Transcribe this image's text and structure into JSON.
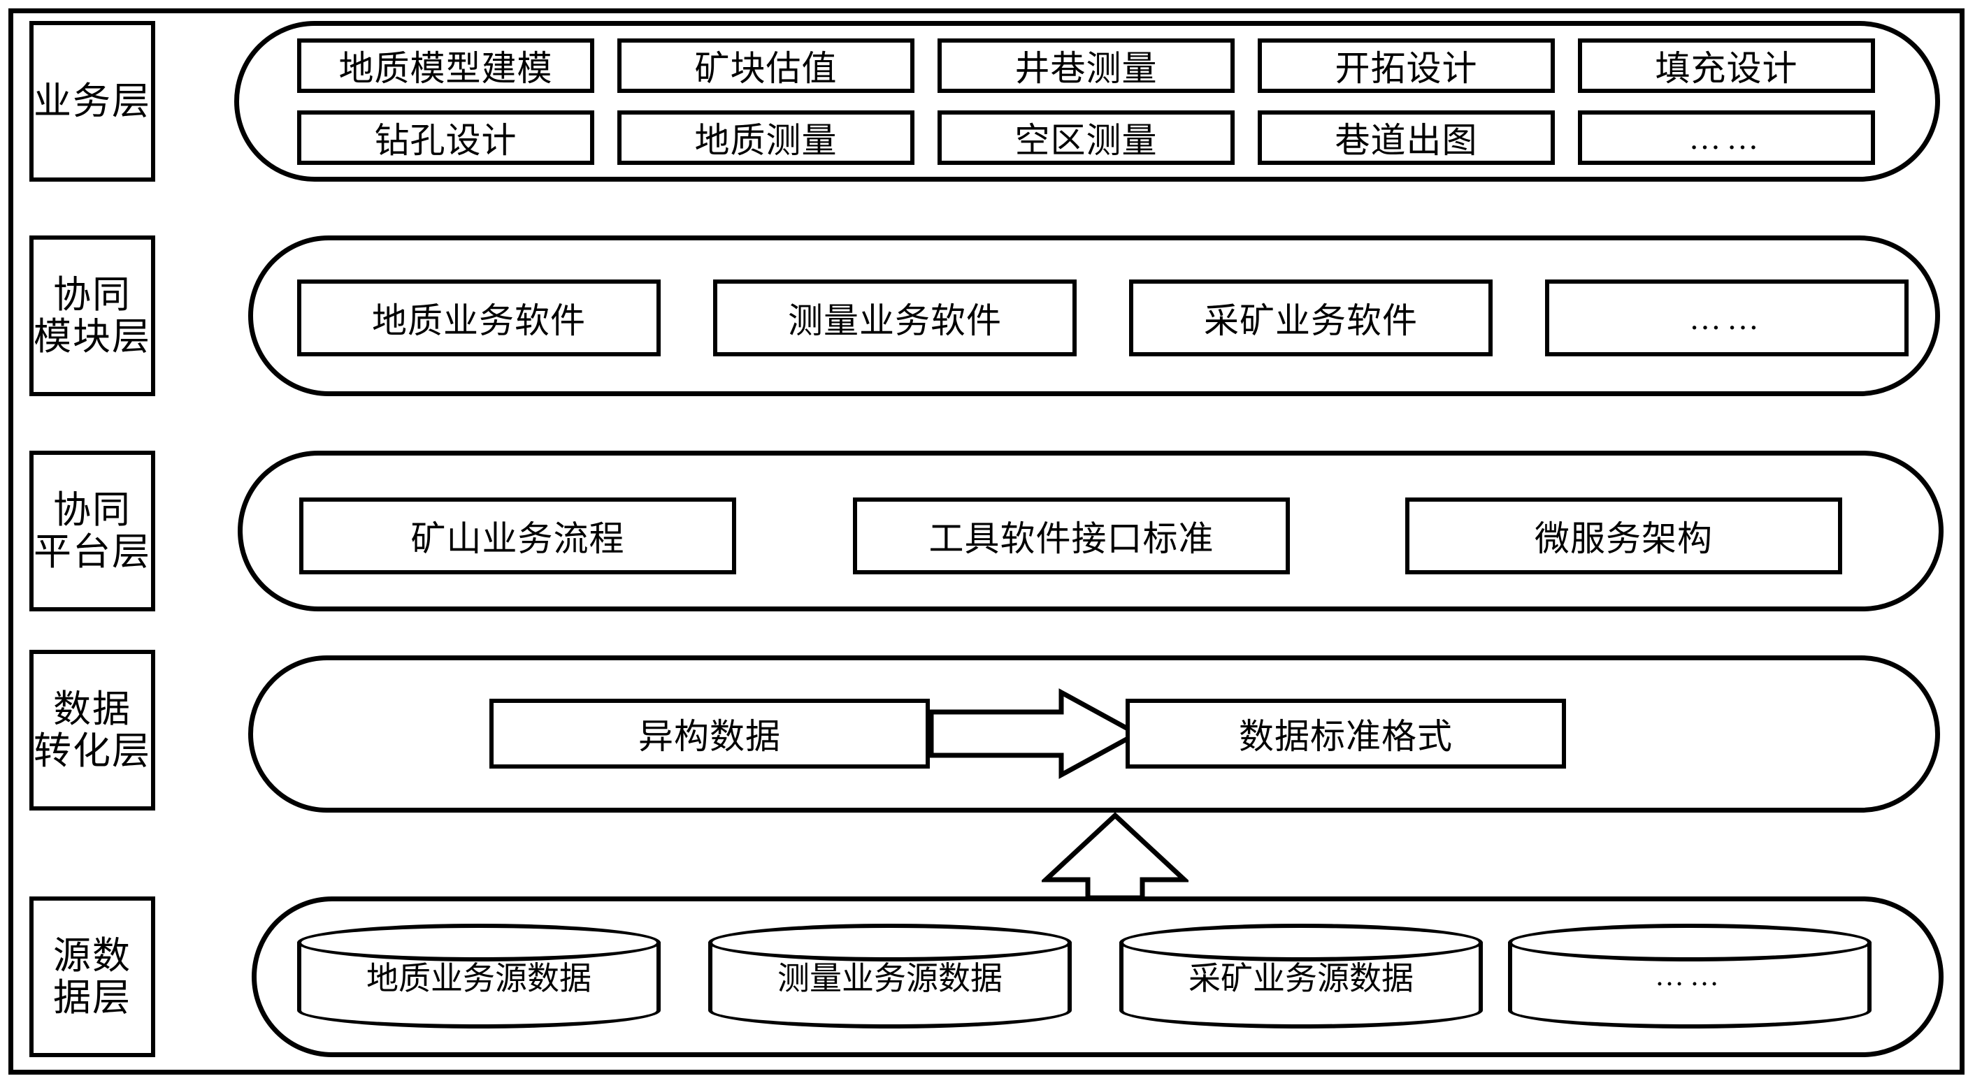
{
  "diagram": {
    "title_visible": false,
    "layers": [
      {
        "id": "business",
        "label": "业务层",
        "rows": [
          [
            "地质模型建模",
            "矿块估值",
            "井巷测量",
            "开拓设计",
            "填充设计"
          ],
          [
            "钻孔设计",
            "地质测量",
            "空区测量",
            "巷道出图",
            "……"
          ]
        ]
      },
      {
        "id": "collab-module",
        "label": "协同\n模块层",
        "rows": [
          [
            "地质业务软件",
            "测量业务软件",
            "采矿业务软件",
            "……"
          ]
        ]
      },
      {
        "id": "collab-platform",
        "label": "协同\n平台层",
        "rows": [
          [
            "矿山业务流程",
            "工具软件接口标准",
            "微服务架构"
          ]
        ]
      },
      {
        "id": "data-transform",
        "label": "数据\n转化层",
        "rows": [
          [
            "异构数据",
            "数据标准格式"
          ]
        ],
        "arrow": "right-block-arrow"
      },
      {
        "id": "source-data",
        "label": "源数\n据层",
        "cylinders": [
          "地质业务源数据",
          "测量业务源数据",
          "采矿业务源数据",
          "……"
        ]
      }
    ],
    "connector": {
      "name": "up-block-arrow",
      "from": "源数据层",
      "to": "数据转化层"
    },
    "colors": {
      "stroke": "#000000",
      "fill": "#ffffff"
    }
  }
}
